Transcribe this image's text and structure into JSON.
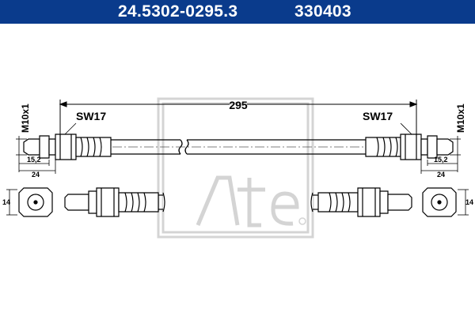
{
  "header": {
    "part_number": "24.5302-0295.3",
    "reference": "330403"
  },
  "dimensions": {
    "length": "295",
    "wrench_left": "SW17",
    "wrench_right": "SW17",
    "thread_left": "M10x1",
    "thread_right": "M10x1",
    "fitting_length_left": "15,2",
    "fitting_length_right": "15,2",
    "overall_fitting_left": "24",
    "overall_fitting_right": "24",
    "diameter_left": "14",
    "diameter_right": "14"
  },
  "watermark": {
    "brand": "Ate"
  },
  "colors": {
    "header_bg": "#0a3b8c",
    "header_text": "#ffffff",
    "line": "#000000",
    "watermark": "#d0d0d0"
  }
}
